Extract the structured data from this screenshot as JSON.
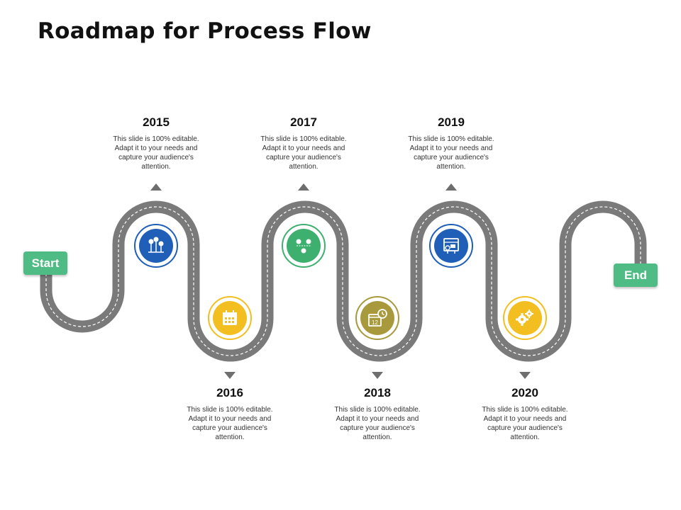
{
  "title": "Roadmap for Process Flow",
  "start_label": "Start",
  "end_label": "End",
  "colors": {
    "road": "#7a7a7a",
    "road_dash": "#ffffff",
    "badge": "#4fbb85",
    "blue": "#1f5fb8",
    "yellow": "#f3bf20",
    "green": "#3db06f",
    "olive": "#a89a3c"
  },
  "milestones": [
    {
      "year": "2015",
      "desc": "This slide is 100% editable. Adapt it to your needs and capture your audience's attention.",
      "icon": "location-pins-icon",
      "color": "#1f5fb8"
    },
    {
      "year": "2016",
      "desc": "This slide is 100% editable. Adapt it to your needs and capture your audience's attention.",
      "icon": "calendar-icon",
      "color": "#f3bf20"
    },
    {
      "year": "2017",
      "desc": "This slide is 100% editable. Adapt it to your needs and capture your audience's attention.",
      "icon": "route-map-icon",
      "color": "#3db06f"
    },
    {
      "year": "2018",
      "desc": "This slide is 100% editable. Adapt it to your needs and capture your audience's attention.",
      "icon": "calendar-clock-icon",
      "color": "#a89a3c"
    },
    {
      "year": "2019",
      "desc": "This slide is 100% editable. Adapt it to your needs and capture your audience's attention.",
      "icon": "planning-board-icon",
      "color": "#1f5fb8"
    },
    {
      "year": "2020",
      "desc": "This slide is 100% editable. Adapt it to your needs and capture your audience's attention.",
      "icon": "gears-icon",
      "color": "#f3bf20"
    }
  ],
  "calendar_day": "12"
}
